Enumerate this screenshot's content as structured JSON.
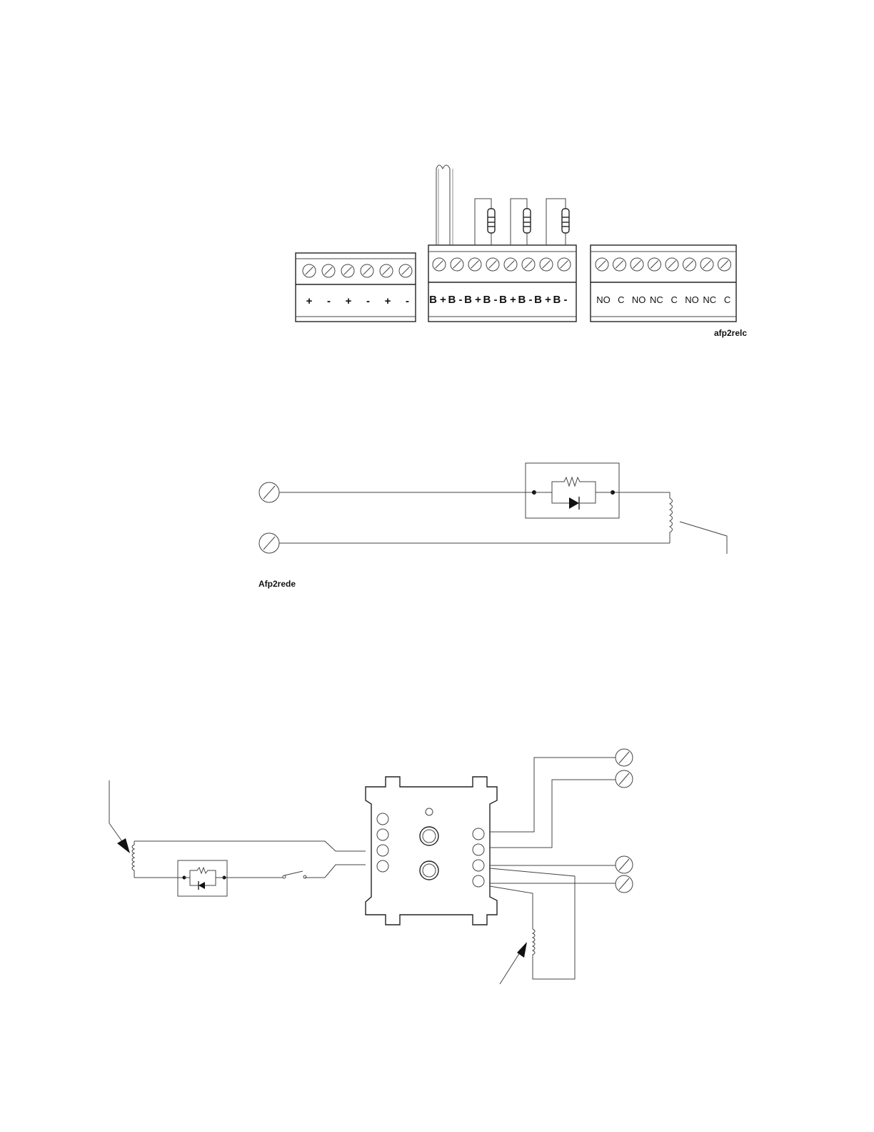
{
  "figure1": {
    "caption": "afp2relc",
    "block_left_labels": [
      "+",
      "-",
      "+",
      "-",
      "+",
      "-"
    ],
    "block_mid_labels": [
      "B +",
      "B -",
      "B +",
      "B -",
      "B +",
      "B -",
      "B +",
      "B -"
    ],
    "block_right_labels": [
      "NO",
      "C",
      "NO",
      "NC",
      "C",
      "NO",
      "NC",
      "C"
    ]
  },
  "figure2": {
    "caption": "Afp2rede"
  },
  "figure3": {}
}
